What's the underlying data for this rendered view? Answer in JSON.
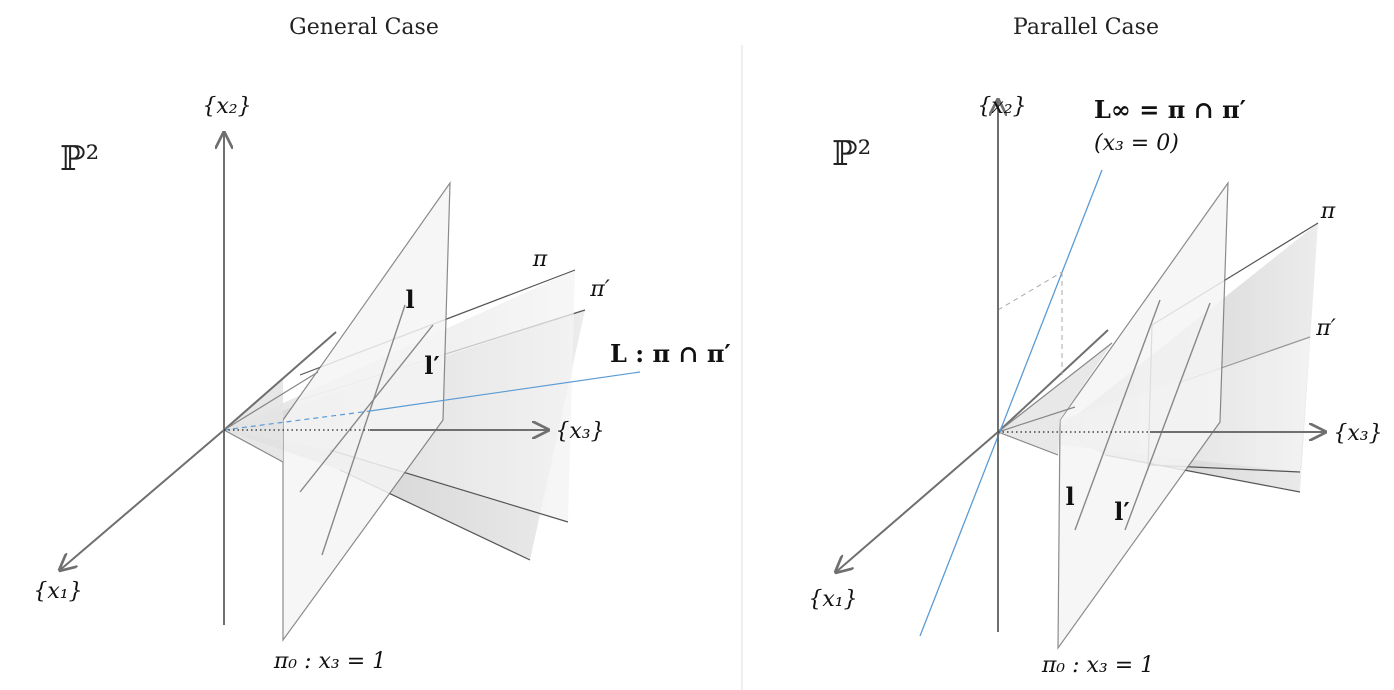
{
  "panels": [
    {
      "title": "General Case",
      "space_label": "ℙ²",
      "axis_x1": "{x₁}",
      "axis_x2": "{x₂}",
      "axis_x3": "{x₃}",
      "plane_pi": "π",
      "plane_pi_prime": "π′",
      "line_l": "l",
      "line_l_prime": "l′",
      "intersection_label": "L : π ∩ π′",
      "base_plane_label": "π₀ : x₃ = 1"
    },
    {
      "title": "Parallel Case",
      "space_label": "ℙ²",
      "axis_x1": "{x₁}",
      "axis_x2": "{x₂}",
      "axis_x3": "{x₃}",
      "plane_pi": "π",
      "plane_pi_prime": "π′",
      "line_l": "l",
      "line_l_prime": "l′",
      "intersection_label_line1": "L∞ = π ∩ π′",
      "intersection_label_line2": "(x₃ = 0)",
      "base_plane_label": "π₀ : x₃ = 1"
    }
  ],
  "colors": {
    "axis": "#6f6f6f",
    "intersection_line": "#5b9bd5",
    "plane_fill_light": "#f3f3f3",
    "plane_fill_dark": "#d9d9d9"
  }
}
